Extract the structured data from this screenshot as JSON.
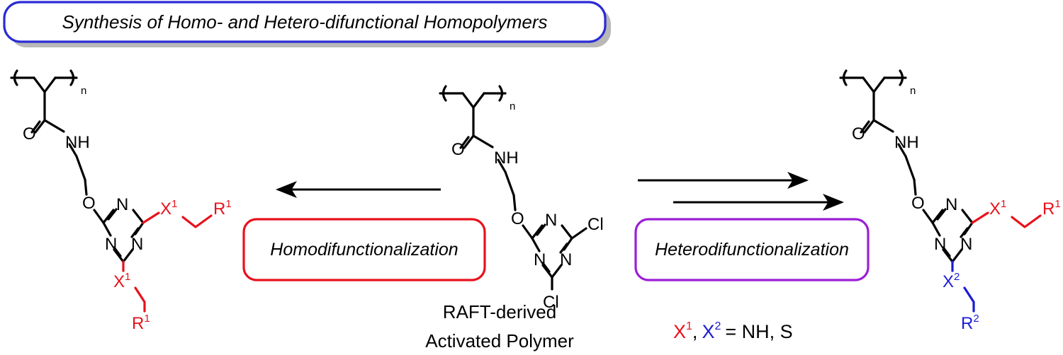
{
  "title": "Synthesis of Homo- and Hetero-difunctional Homopolymers",
  "labels": {
    "homo": "Homodifunctionalization",
    "hetero": "Heterodifunctionalization",
    "center_caption_line1": "RAFT-derived",
    "center_caption_line2": "Activated Polymer"
  },
  "atoms": {
    "O": "O",
    "NH": "NH",
    "N": "N",
    "Cl": "Cl",
    "n": "n",
    "X": "X",
    "R": "R",
    "one": "1",
    "two": "2"
  },
  "legend": {
    "x1": "X",
    "x1_sup": "1",
    "comma": ",",
    "x2": "X",
    "x2_sup": "2",
    "rest": "= NH, S"
  },
  "colors": {
    "red": "#e8111b",
    "blue": "#1b1bd6",
    "purple": "#9b1fd6",
    "title_border": "#2b2bd6",
    "shadow": "#b8b8b8"
  }
}
